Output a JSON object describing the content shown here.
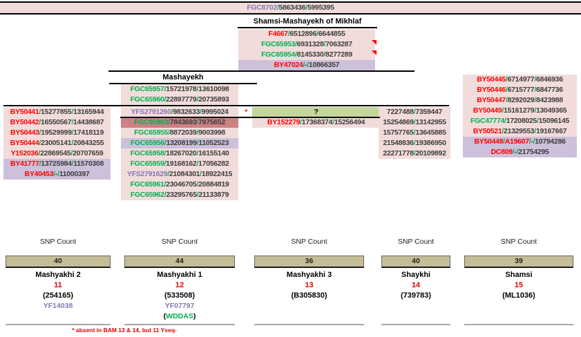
{
  "palette": {
    "pink_bg": "#f2dcdb",
    "purple_bg": "#ccc0da",
    "green_bg": "#c3d69b",
    "salmon_bg": "#cd8184",
    "tan_box": "#c4bd97",
    "label_red": "#fe0000",
    "label_green": "#00b050",
    "label_purple": "#8677b5",
    "number_dark": "#3d3d3d",
    "note_red": "#e00000",
    "divider_gray": "#a6a6a6"
  },
  "topbar": {
    "rows": [
      {
        "bg": "none",
        "parts": [
          [
            "FGC8702",
            "purple"
          ],
          [
            "/",
            "green"
          ],
          [
            "5863436",
            "dark"
          ],
          [
            "/",
            "green"
          ],
          [
            "5995395",
            "dark"
          ]
        ]
      }
    ]
  },
  "shamsi": {
    "title": "Shamsi-Mashayekh of Mikhlaf",
    "rows": [
      {
        "bg": "pink",
        "parts": [
          [
            "F4667",
            "red"
          ],
          [
            "/",
            "green"
          ],
          [
            "6512896",
            "dark"
          ],
          [
            "/",
            "green"
          ],
          [
            "6644855",
            "dark"
          ]
        ]
      },
      {
        "bg": "pink",
        "tri": true,
        "parts": [
          [
            "FGC65953",
            "green"
          ],
          [
            "/",
            "green"
          ],
          [
            "6931328",
            "dark"
          ],
          [
            "/",
            "green"
          ],
          [
            "7063287",
            "dark"
          ]
        ]
      },
      {
        "bg": "pink",
        "tri": true,
        "parts": [
          [
            "FGC65954",
            "green"
          ],
          [
            "/",
            "green"
          ],
          [
            "8145330",
            "dark"
          ],
          [
            "/",
            "green"
          ],
          [
            "8277289",
            "dark"
          ]
        ]
      },
      {
        "bg": "purple",
        "parts": [
          [
            "BY47024",
            "red"
          ],
          [
            "/",
            "green"
          ],
          [
            "-",
            "dark"
          ],
          [
            "/",
            "green"
          ],
          [
            "10866357",
            "dark"
          ]
        ]
      }
    ]
  },
  "mashayekh": {
    "title": "Mashayekh",
    "rows": [
      {
        "bg": "pink",
        "parts": [
          [
            "FGC65957",
            "green"
          ],
          [
            "/",
            "green"
          ],
          [
            "15721978",
            "dark"
          ],
          [
            "/",
            "green"
          ],
          [
            "13610098",
            "dark"
          ]
        ]
      },
      {
        "bg": "pink",
        "parts": [
          [
            "FGC65960",
            "green"
          ],
          [
            "/",
            "green"
          ],
          [
            "22897779",
            "dark"
          ],
          [
            "/",
            "green"
          ],
          [
            "20735893",
            "dark"
          ]
        ]
      }
    ]
  },
  "left_col": {
    "rows": [
      {
        "bg": "pink",
        "parts": [
          [
            "BY50441",
            "red"
          ],
          [
            "/",
            "green"
          ],
          [
            "15277855",
            "dark"
          ],
          [
            "/",
            "green"
          ],
          [
            "13165944",
            "dark"
          ]
        ]
      },
      {
        "bg": "pink",
        "parts": [
          [
            "BY50442",
            "red"
          ],
          [
            "/",
            "green"
          ],
          [
            "16550567",
            "dark"
          ],
          [
            "/",
            "green"
          ],
          [
            "14438687",
            "dark"
          ]
        ]
      },
      {
        "bg": "pink",
        "parts": [
          [
            "BY50443",
            "red"
          ],
          [
            "/",
            "green"
          ],
          [
            "19529999",
            "dark"
          ],
          [
            "/",
            "green"
          ],
          [
            "17418119",
            "dark"
          ]
        ]
      },
      {
        "bg": "pink",
        "parts": [
          [
            "BY50444",
            "red"
          ],
          [
            "/",
            "green"
          ],
          [
            "23005141",
            "dark"
          ],
          [
            "/",
            "green"
          ],
          [
            "20843255",
            "dark"
          ]
        ]
      },
      {
        "bg": "pink",
        "parts": [
          [
            "Y152036",
            "red"
          ],
          [
            "/",
            "green"
          ],
          [
            "22869545",
            "dark"
          ],
          [
            "/",
            "green"
          ],
          [
            "20707659",
            "dark"
          ]
        ]
      },
      {
        "bg": "purple",
        "parts": [
          [
            "BY41777",
            "red"
          ],
          [
            "/",
            "green"
          ],
          [
            "13725984",
            "dark"
          ],
          [
            "/",
            "green"
          ],
          [
            "11570308",
            "dark"
          ]
        ]
      },
      {
        "bg": "purple",
        "parts": [
          [
            "BY40453",
            "red"
          ],
          [
            "/",
            "green"
          ],
          [
            "-",
            "dark"
          ],
          [
            "/",
            "green"
          ],
          [
            "11000397",
            "dark"
          ]
        ]
      }
    ]
  },
  "mid_col": {
    "rows": [
      {
        "bg": "pink",
        "star": true,
        "parts": [
          [
            "YFS2791260",
            "purple"
          ],
          [
            "/",
            "green"
          ],
          [
            "9832633",
            "dark"
          ],
          [
            "/",
            "green"
          ],
          [
            "9995024",
            "dark"
          ]
        ]
      },
      {
        "bg": "salmon",
        "parts": [
          [
            "FGC65963",
            "green"
          ],
          [
            "/",
            "green"
          ],
          [
            "7843693",
            "dark"
          ],
          [
            "/",
            "green"
          ],
          [
            "7975652",
            "dark"
          ]
        ]
      },
      {
        "bg": "pink",
        "parts": [
          [
            "FGC65955",
            "green"
          ],
          [
            "/",
            "green"
          ],
          [
            "8872039",
            "dark"
          ],
          [
            "/",
            "green"
          ],
          [
            "9003998",
            "dark"
          ]
        ]
      },
      {
        "bg": "purple",
        "parts": [
          [
            "FGC65956",
            "green"
          ],
          [
            "/",
            "green"
          ],
          [
            "13208199",
            "dark"
          ],
          [
            "/",
            "green"
          ],
          [
            "11052523",
            "dark"
          ]
        ]
      },
      {
        "bg": "pink",
        "parts": [
          [
            "FGC65958",
            "green"
          ],
          [
            "/",
            "green"
          ],
          [
            "18267020",
            "dark"
          ],
          [
            "/",
            "green"
          ],
          [
            "16155140",
            "dark"
          ]
        ]
      },
      {
        "bg": "pink",
        "parts": [
          [
            "FGC65959",
            "green"
          ],
          [
            "/",
            "green"
          ],
          [
            "19168162",
            "dark"
          ],
          [
            "/",
            "green"
          ],
          [
            "17056282",
            "dark"
          ]
        ]
      },
      {
        "bg": "pink",
        "parts": [
          [
            "YFS2791629",
            "purple"
          ],
          [
            "/",
            "green"
          ],
          [
            "21084301",
            "dark"
          ],
          [
            "/",
            "green"
          ],
          [
            "18922415",
            "dark"
          ]
        ]
      },
      {
        "bg": "pink",
        "parts": [
          [
            "FGC65961",
            "green"
          ],
          [
            "/",
            "green"
          ],
          [
            "23046705",
            "dark"
          ],
          [
            "/",
            "green"
          ],
          [
            "20884819",
            "dark"
          ]
        ]
      },
      {
        "bg": "pink",
        "parts": [
          [
            "FGC65962",
            "green"
          ],
          [
            "/",
            "green"
          ],
          [
            "23295765",
            "dark"
          ],
          [
            "/",
            "green"
          ],
          [
            "21133879",
            "dark"
          ]
        ]
      }
    ]
  },
  "q_col": {
    "rows": [
      {
        "bg": "green",
        "parts": [
          [
            "?",
            "black"
          ]
        ]
      },
      {
        "bg": "pink",
        "parts": [
          [
            "BY152279",
            "red"
          ],
          [
            "/",
            "green"
          ],
          [
            "17368374",
            "dark"
          ],
          [
            "/",
            "green"
          ],
          [
            "15256494",
            "dark"
          ]
        ]
      }
    ]
  },
  "num_col": {
    "rows": [
      {
        "bg": "pink",
        "parts": [
          [
            "7227488",
            "dark"
          ],
          [
            "/",
            "green"
          ],
          [
            "7359447",
            "dark"
          ]
        ]
      },
      {
        "bg": "pink",
        "parts": [
          [
            "15254869",
            "dark"
          ],
          [
            "/",
            "green"
          ],
          [
            "13142955",
            "dark"
          ]
        ]
      },
      {
        "bg": "pink",
        "parts": [
          [
            "15757765",
            "dark"
          ],
          [
            "/",
            "green"
          ],
          [
            "13645885",
            "dark"
          ]
        ]
      },
      {
        "bg": "pink",
        "parts": [
          [
            "21548836",
            "dark"
          ],
          [
            "/",
            "green"
          ],
          [
            "19386950",
            "dark"
          ]
        ]
      },
      {
        "bg": "pink",
        "parts": [
          [
            "22271778",
            "dark"
          ],
          [
            "/",
            "green"
          ],
          [
            "20109892",
            "dark"
          ]
        ]
      }
    ]
  },
  "right_col": {
    "rows": [
      {
        "bg": "pink",
        "parts": [
          [
            "BY50445",
            "red"
          ],
          [
            "/",
            "green"
          ],
          [
            "6714977",
            "dark"
          ],
          [
            "/",
            "green"
          ],
          [
            "6846936",
            "dark"
          ]
        ]
      },
      {
        "bg": "pink",
        "parts": [
          [
            "BY50446",
            "red"
          ],
          [
            "/",
            "green"
          ],
          [
            "6715777",
            "dark"
          ],
          [
            "/",
            "green"
          ],
          [
            "6847736",
            "dark"
          ]
        ]
      },
      {
        "bg": "pink",
        "parts": [
          [
            "BY50447",
            "red"
          ],
          [
            "/",
            "green"
          ],
          [
            "8292029",
            "dark"
          ],
          [
            "/",
            "green"
          ],
          [
            "8423988",
            "dark"
          ]
        ]
      },
      {
        "bg": "pink",
        "parts": [
          [
            "BY50449",
            "red"
          ],
          [
            "/",
            "green"
          ],
          [
            "15161279",
            "dark"
          ],
          [
            "/",
            "green"
          ],
          [
            "13049365",
            "dark"
          ]
        ]
      },
      {
        "bg": "pink",
        "parts": [
          [
            "FGC47774",
            "green"
          ],
          [
            "/",
            "green"
          ],
          [
            "17208025",
            "dark"
          ],
          [
            "/",
            "green"
          ],
          [
            "15096145",
            "dark"
          ]
        ]
      },
      {
        "bg": "pink",
        "parts": [
          [
            "BY50521",
            "red"
          ],
          [
            "/",
            "green"
          ],
          [
            "21329553",
            "dark"
          ],
          [
            "/",
            "green"
          ],
          [
            "19167667",
            "dark"
          ]
        ]
      },
      {
        "bg": "purple",
        "parts": [
          [
            "BY50448",
            "red"
          ],
          [
            "/",
            "green"
          ],
          [
            "A19607",
            "red"
          ],
          [
            "/",
            "green"
          ],
          [
            "-",
            "dark"
          ],
          [
            "/",
            "green"
          ],
          [
            "10794286",
            "dark"
          ]
        ]
      },
      {
        "bg": "purple",
        "parts": [
          [
            "DC809",
            "red"
          ],
          [
            "/",
            "green"
          ],
          [
            "-",
            "dark"
          ],
          [
            "/",
            "green"
          ],
          [
            "21754295",
            "dark"
          ]
        ]
      }
    ]
  },
  "bottom": {
    "cols": [
      {
        "snp_label": "SNP Count",
        "count": "40",
        "name": "Mashyakhi 2",
        "num": "11",
        "paren": "(254165)",
        "extra1": "YF14038"
      },
      {
        "snp_label": "SNP Count",
        "count": "44",
        "name": "Mashyakhi 1",
        "num": "12",
        "paren": "(533508)",
        "extra1": "YF07797",
        "extra2_open": "(",
        "extra2_text": "WDDAS",
        "extra2_close": ")",
        "note": "* absent in BAM 13 & 14, but 11 Yseq-"
      },
      {
        "snp_label": "SNP Count",
        "count": "36",
        "name": "Mashyakhi 3",
        "num": "13",
        "paren": "(B305830)"
      },
      {
        "snp_label": "SNP Count",
        "count": "40",
        "name": "Shaykhi",
        "num": "14",
        "paren": "(739783)"
      },
      {
        "snp_label": "SNP Count",
        "count": "39",
        "name": "Shamsi",
        "num": "15",
        "paren": "(ML1036)"
      }
    ]
  }
}
